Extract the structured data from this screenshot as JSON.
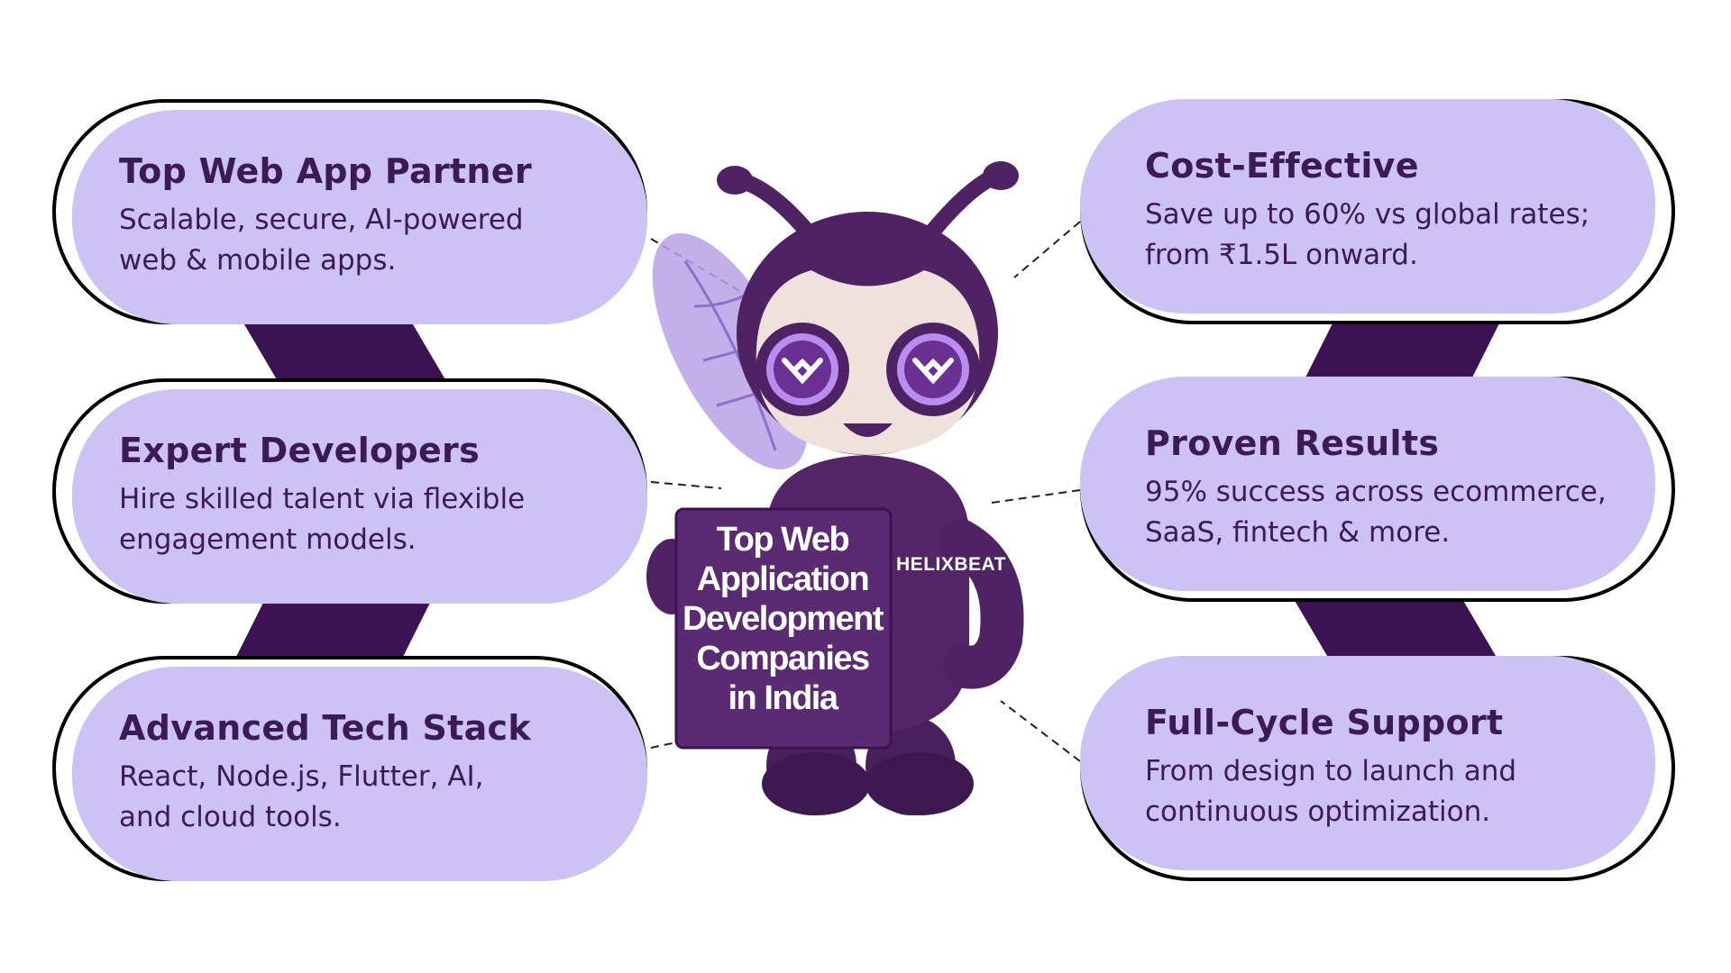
{
  "colors": {
    "card_fill": "#cdc2f4",
    "band": "#3c1352",
    "text_dark": "#3c1b54",
    "mascot_body": "#4f2263",
    "sign": "#5a2a72"
  },
  "left_cards": [
    {
      "title": "Top Web App Partner",
      "lines": [
        "Scalable, secure, AI-powered",
        "web & mobile apps."
      ]
    },
    {
      "title": "Expert Developers",
      "lines": [
        "Hire skilled talent via flexible",
        "engagement models."
      ]
    },
    {
      "title": "Advanced Tech Stack",
      "lines": [
        "React, Node.js, Flutter, AI,",
        "and cloud tools."
      ]
    }
  ],
  "right_cards": [
    {
      "title": "Cost-Effective",
      "lines": [
        "Save up to 60% vs global rates;",
        "from ₹1.5L onward."
      ]
    },
    {
      "title": "Proven Results",
      "lines": [
        "95% success across ecommerce,",
        "SaaS, fintech & more."
      ]
    },
    {
      "title": "Full-Cycle Support",
      "lines": [
        "From design to launch and",
        "continuous optimization."
      ]
    }
  ],
  "mascot": {
    "sign_lines": [
      "Top Web",
      "Application",
      "Development",
      "Companies",
      "in India"
    ],
    "brand": "HELIXBEAT",
    "icons": [
      "bee-mascot",
      "wing",
      "antenna",
      "eye-logo"
    ]
  }
}
